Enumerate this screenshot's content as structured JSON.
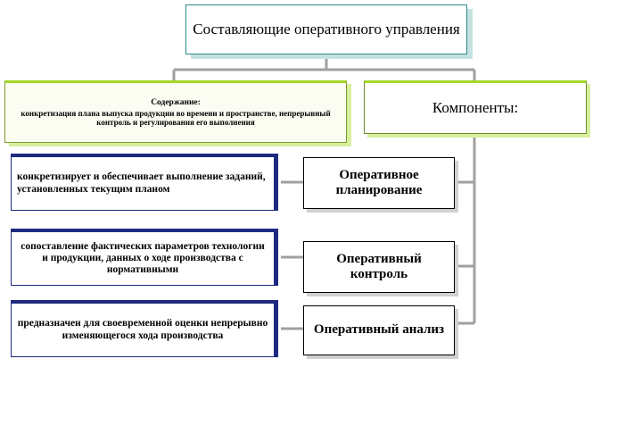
{
  "diagram": {
    "title": "Составляющие оперативного управления",
    "content": {
      "heading": "Содержание:",
      "text": "конкретизация плана выпуска продукции во времени и пространстве, непрерывный контроль и регулирования его выполнения"
    },
    "components": {
      "label": "Компоненты:"
    },
    "types": [
      {
        "label": "Оперативное планирование",
        "description": "конкретизирует и обеспечивает выполнение заданий, установленных текущим планом"
      },
      {
        "label": "Оперативный контроль",
        "description": "сопоставление фактических параметров технологии и продукции, данных о ходе производства с нормативными"
      },
      {
        "label": "Оперативный анализ",
        "description": "предназначен для своевременной оценки непрерывно изменяющегося хода производства"
      }
    ],
    "colors": {
      "title_border": "#2a8a8a",
      "content_accent": "#a8d62a",
      "desc_border": "#1e2a80",
      "connector": "#a0a0a0"
    }
  }
}
